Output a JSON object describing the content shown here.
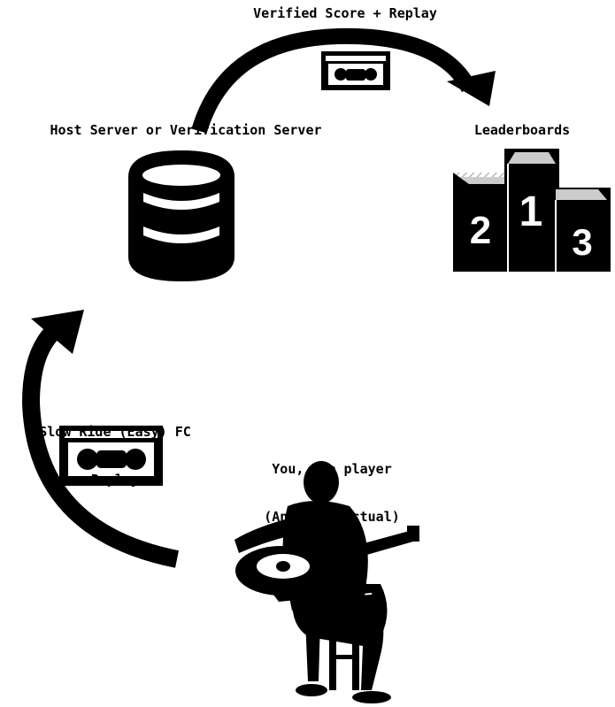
{
  "labels": {
    "top_arrow": "Verified Score + Replay",
    "server": "Host Server or Verification Server",
    "leaderboards": "Leaderboards",
    "replay_line1": "Slow Ride (Easy) FC",
    "replay_line2": "Replay",
    "player_line1": "You, the player",
    "player_line2": "(An intellectual)"
  },
  "podium": {
    "first": "1",
    "second": "2",
    "third": "3"
  },
  "icons": {
    "server": "database-icon",
    "leaderboard": "podium-icon",
    "tape": "vhs-tape-icon",
    "player": "guitar-player-silhouette-icon"
  },
  "colors": {
    "ink": "#000000",
    "background": "#ffffff",
    "podium_top": "#cccccc"
  }
}
